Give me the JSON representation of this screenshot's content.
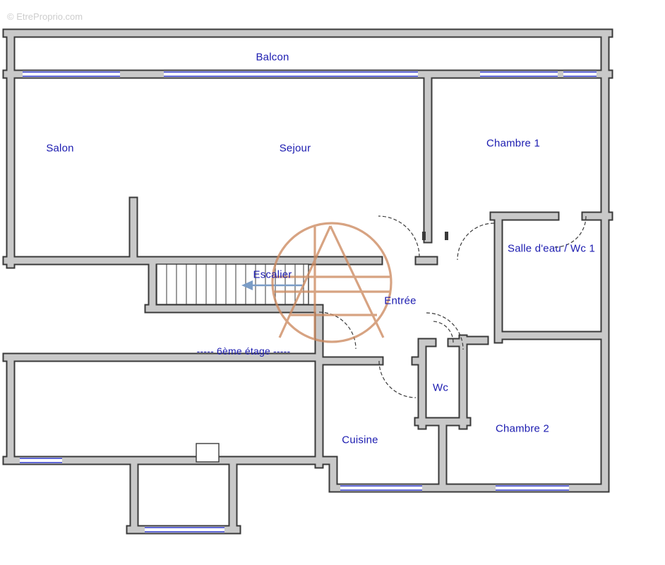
{
  "watermark": {
    "copyright_text": "© EtreProprio.com"
  },
  "floorplan": {
    "floor_label": "----- 6ème étage -----",
    "rooms": {
      "balcon": "Balcon",
      "salon": "Salon",
      "sejour": "Sejour",
      "chambre1": "Chambre 1",
      "salle_eau_wc1": "Salle d'eau / Wc 1",
      "escalier": "Escalier",
      "entree": "Entrée",
      "wc": "Wc",
      "cuisine": "Cuisine",
      "chambre2": "Chambre 2"
    },
    "colors": {
      "wall_fill": "#c9c9c9",
      "wall_outline": "#3a3a3a",
      "label_text": "#1b1bb0",
      "window": "#2a35c8",
      "logo": "#cd8a60",
      "watermark_text": "#cdcdcd",
      "stair_arrow": "#7a9cc6"
    }
  }
}
